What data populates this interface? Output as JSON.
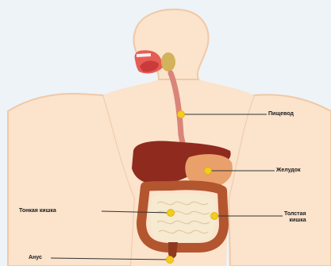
{
  "diagram": {
    "labels": {
      "esophagus": "Пищевод",
      "stomach": "Желудок",
      "small_intestine": "Тонкая кишка",
      "large_intestine_line1": "Толстая",
      "large_intestine_line2": "кишка",
      "anus": "Анус"
    },
    "colors": {
      "background": "#eef3f8",
      "body": "#fbe3cc",
      "body_outline": "#f0c9a6",
      "liver": "#8f2a1e",
      "stomach": "#e9a06b",
      "intestine_large": "#b3552e",
      "intestine_small": "#f6ead0",
      "esophagus": "#d9857a",
      "marker": "#f2cc1e",
      "leader_line": "#333333"
    }
  }
}
